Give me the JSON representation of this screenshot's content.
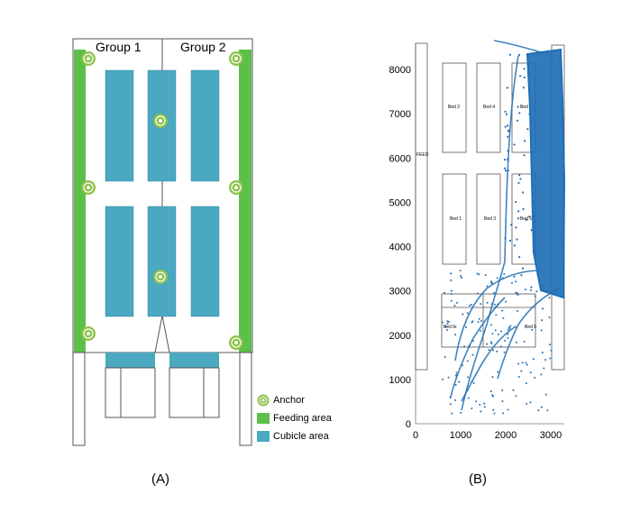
{
  "panel_a": {
    "label": "(A)",
    "group_1": "Group 1",
    "group_2": "Group 2",
    "legend": {
      "anchor": "Anchor",
      "feeding": "Feeding area",
      "cubicle": "Cubicle area"
    },
    "colors": {
      "feeding": "#5cbf4a",
      "cubicle": "#4aa8c1",
      "anchor": "#8dc24a"
    },
    "icon": "anchor-icon"
  },
  "panel_b": {
    "label": "(B)",
    "feed_label": "FEED",
    "beds": [
      "Bed 2",
      "Bed 4",
      "Bed",
      "Bed 1",
      "Bed 3",
      "Bed 5",
      "Bed 6",
      "Bed 5"
    ],
    "trace_color": "#1f6fb6"
  },
  "chart_data": {
    "type": "scatter",
    "x_ticks": [
      0,
      1000,
      2000,
      3000
    ],
    "y_ticks": [
      0,
      1000,
      2000,
      3000,
      4000,
      5000,
      6000,
      7000,
      8000
    ],
    "xlim": [
      0,
      3300
    ],
    "ylim": [
      0,
      8500
    ],
    "grid": false
  }
}
